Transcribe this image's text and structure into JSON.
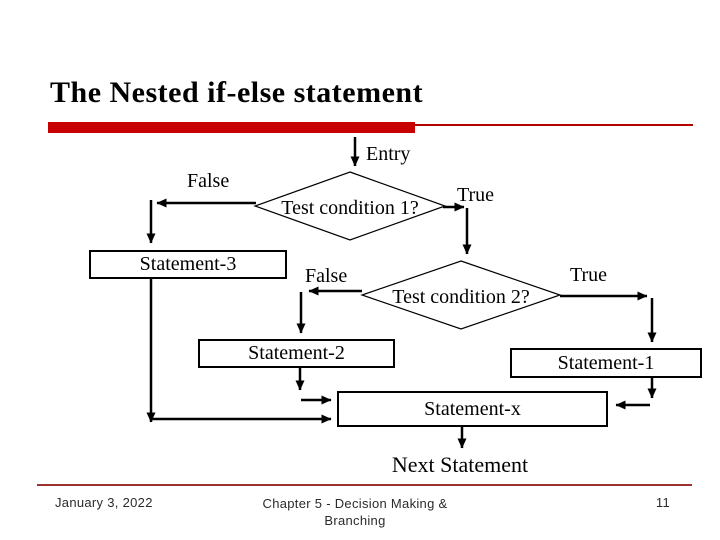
{
  "title": "The Nested if-else statement",
  "flowchart": {
    "entry_label": "Entry",
    "decision1": {
      "label": "Test condition 1?",
      "false_label": "False",
      "true_label": "True"
    },
    "decision2": {
      "label": "Test condition 2?",
      "false_label": "False",
      "true_label": "True"
    },
    "boxes": {
      "statement3": "Statement-3",
      "statement2": "Statement-2",
      "statement1": "Statement-1",
      "statementx": "Statement-x"
    },
    "next_label": "Next Statement"
  },
  "footer": {
    "date": "January 3, 2022",
    "chapter_line1": "Chapter 5 - Decision Making &",
    "chapter_line2": "Branching",
    "page_number": "11"
  },
  "colors": {
    "title_bar_red": "#c80000",
    "title_line_red": "#b00000",
    "footer_line_red": "#9c3232",
    "ink": "#000000",
    "background": "#ffffff"
  }
}
